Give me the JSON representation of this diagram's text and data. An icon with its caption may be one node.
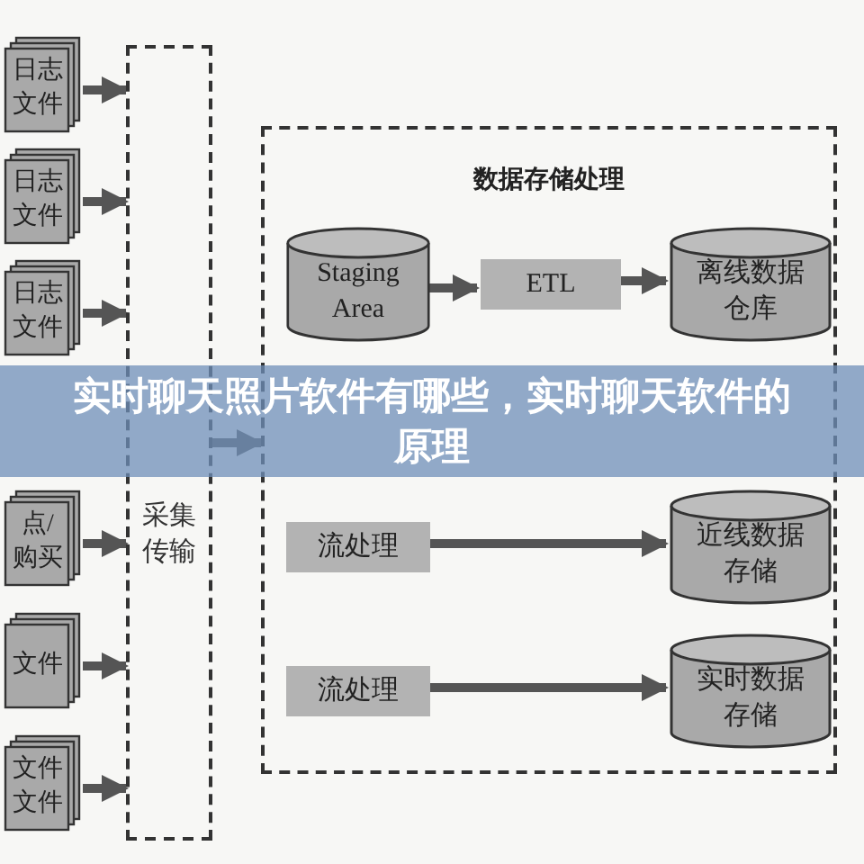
{
  "diagram": {
    "title": "实时聊天照片软件有哪些，实时聊天软件的原理",
    "nodes": [
      {
        "text": [
          "日志文件"
        ]
      },
      {
        "text": [
          "日志文件"
        ]
      },
      {
        "text": [
          "日志文件"
        ]
      },
      {
        "text": [
          "点/购买"
        ]
      },
      {
        "text": [
          "文件"
        ]
      },
      {
        "text": [
          "文件文件"
        ]
      },
      {
        "text": [
          "采集传输"
        ]
      },
      {
        "text": [
          "数据存储处理"
        ]
      },
      {
        "text": [
          "Staging Area"
        ],
        "in": 7
      },
      {
        "text": [
          "ETL"
        ],
        "in": 7
      },
      {
        "text": [
          "离线数据仓库"
        ],
        "in": 7
      },
      {
        "text": [
          "流处理"
        ],
        "in": 7
      },
      {
        "text": [
          "近线数据存储"
        ],
        "in": 7
      },
      {
        "text": [
          "流处理"
        ],
        "in": 7
      },
      {
        "text": [
          "实时数据存储"
        ],
        "in": 7
      }
    ],
    "edges": [
      {
        "from": 0,
        "to": 6,
        "arrow": "to"
      },
      {
        "from": 1,
        "to": 6,
        "arrow": "to"
      },
      {
        "from": 2,
        "to": 6,
        "arrow": "to"
      },
      {
        "from": 3,
        "to": 6,
        "arrow": "to"
      },
      {
        "from": 4,
        "to": 6,
        "arrow": "to"
      },
      {
        "from": 5,
        "to": 6,
        "arrow": "to"
      },
      {
        "from": 6,
        "to": 7,
        "arrow": "to"
      },
      {
        "from": 8,
        "to": 9,
        "arrow": "to"
      },
      {
        "from": 9,
        "to": 10,
        "arrow": "to"
      },
      {
        "from": 11,
        "to": 12,
        "arrow": "to"
      },
      {
        "from": 13,
        "to": 14,
        "arrow": "to"
      }
    ]
  }
}
